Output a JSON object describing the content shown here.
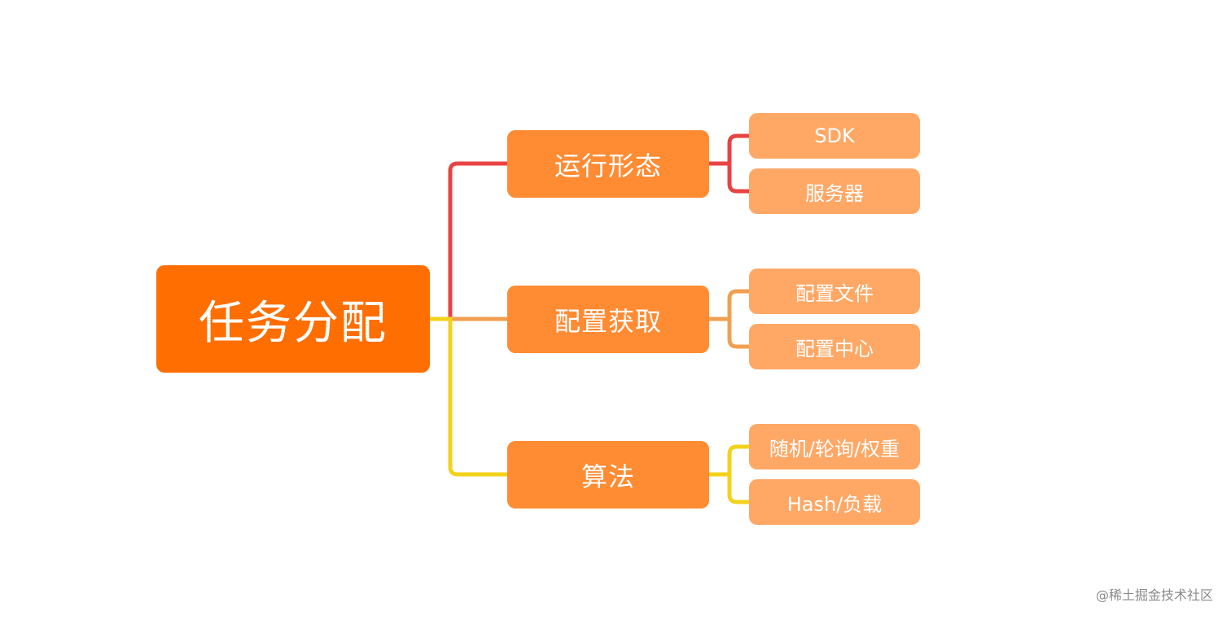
{
  "root": {
    "label": "任务分配"
  },
  "branches": [
    {
      "label": "运行形态",
      "color": "#e84343",
      "leaves": [
        "SDK",
        "服务器"
      ]
    },
    {
      "label": "配置获取",
      "color": "#f0a050",
      "leaves": [
        "配置文件",
        "配置中心"
      ]
    },
    {
      "label": "算法",
      "color": "#f2d21a",
      "leaves": [
        "随机/轮询/权重",
        "Hash/负载"
      ]
    }
  ],
  "colors": {
    "root": "#ff6e00",
    "branch": "#ff8b33",
    "leaf": "#ffa866"
  },
  "watermark": "@稀土掘金技术社区"
}
